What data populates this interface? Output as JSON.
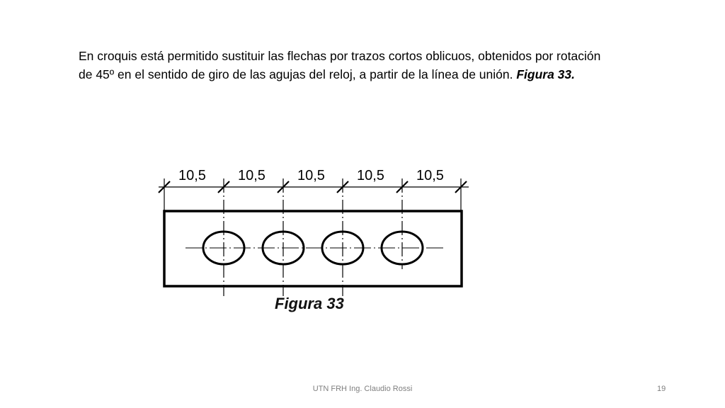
{
  "slide": {
    "body_text": "En croquis está permitido sustituir las flechas por trazos cortos oblicuos, obtenidos por rotación de 45º en el sentido de giro de las agujas del reloj, a partir de la línea de unión. ",
    "body_ref": "Figura 33."
  },
  "figure": {
    "caption": "Figura 33",
    "dimension_labels": [
      "10,5",
      "10,5",
      "10,5",
      "10,5",
      "10,5"
    ],
    "hole_count": 4
  },
  "footer": {
    "text": "UTN FRH Ing. Claudio Rossi",
    "page_number": "19"
  }
}
